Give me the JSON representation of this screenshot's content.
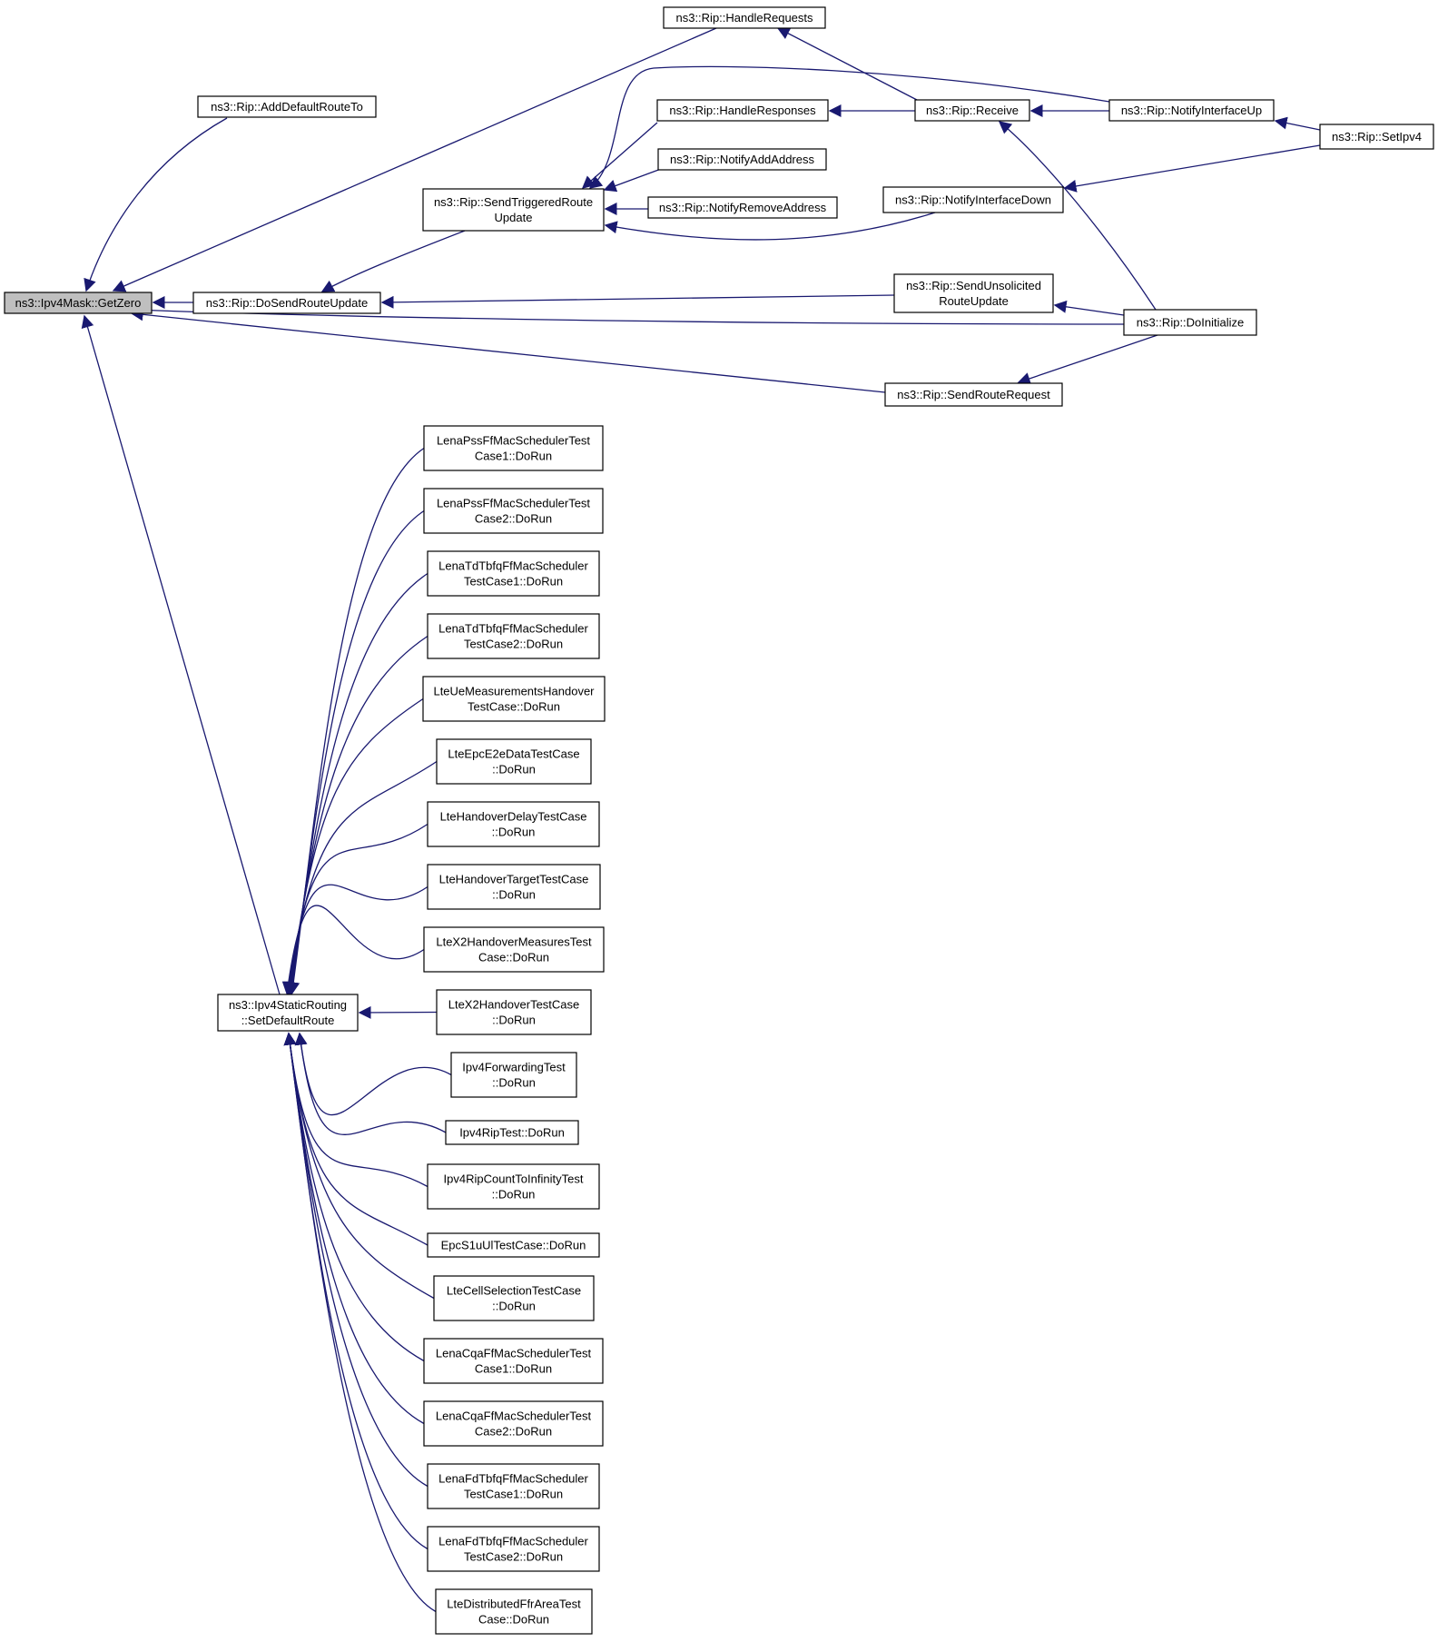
{
  "graph": {
    "colors": {
      "edge": "#191970",
      "node_border": "#000000",
      "node_fill": "#ffffff",
      "root_fill": "#bfbfbf",
      "text": "#000000"
    },
    "nodes": [
      {
        "id": "getzero",
        "lines": [
          "ns3::Ipv4Mask::GetZero"
        ],
        "root": true
      },
      {
        "id": "adddefault",
        "lines": [
          "ns3::Rip::AddDefaultRouteTo"
        ]
      },
      {
        "id": "dosendroute",
        "lines": [
          "ns3::Rip::DoSendRouteUpdate"
        ]
      },
      {
        "id": "setdefault",
        "lines": [
          "ns3::Ipv4StaticRouting",
          "::SetDefaultRoute"
        ]
      },
      {
        "id": "handlerequests",
        "lines": [
          "ns3::Rip::HandleRequests"
        ]
      },
      {
        "id": "sendtriggered",
        "lines": [
          "ns3::Rip::SendTriggeredRoute",
          "Update"
        ]
      },
      {
        "id": "handleresponses",
        "lines": [
          "ns3::Rip::HandleResponses"
        ]
      },
      {
        "id": "notifyadd",
        "lines": [
          "ns3::Rip::NotifyAddAddress"
        ]
      },
      {
        "id": "notifyremove",
        "lines": [
          "ns3::Rip::NotifyRemoveAddress"
        ]
      },
      {
        "id": "receive",
        "lines": [
          "ns3::Rip::Receive"
        ]
      },
      {
        "id": "notifyifdown",
        "lines": [
          "ns3::Rip::NotifyInterfaceDown"
        ]
      },
      {
        "id": "sendunsolicited",
        "lines": [
          "ns3::Rip::SendUnsolicited",
          "RouteUpdate"
        ]
      },
      {
        "id": "sendrouterequest",
        "lines": [
          "ns3::Rip::SendRouteRequest"
        ]
      },
      {
        "id": "notifyifup",
        "lines": [
          "ns3::Rip::NotifyInterfaceUp"
        ]
      },
      {
        "id": "doinitialize",
        "lines": [
          "ns3::Rip::DoInitialize"
        ]
      },
      {
        "id": "setipv4",
        "lines": [
          "ns3::Rip::SetIpv4"
        ]
      },
      {
        "id": "t1",
        "lines": [
          "LenaPssFfMacSchedulerTest",
          "Case1::DoRun"
        ]
      },
      {
        "id": "t2",
        "lines": [
          "LenaPssFfMacSchedulerTest",
          "Case2::DoRun"
        ]
      },
      {
        "id": "t3",
        "lines": [
          "LenaTdTbfqFfMacScheduler",
          "TestCase1::DoRun"
        ]
      },
      {
        "id": "t4",
        "lines": [
          "LenaTdTbfqFfMacScheduler",
          "TestCase2::DoRun"
        ]
      },
      {
        "id": "t5",
        "lines": [
          "LteUeMeasurementsHandover",
          "TestCase::DoRun"
        ]
      },
      {
        "id": "t6",
        "lines": [
          "LteEpcE2eDataTestCase",
          "::DoRun"
        ]
      },
      {
        "id": "t7",
        "lines": [
          "LteHandoverDelayTestCase",
          "::DoRun"
        ]
      },
      {
        "id": "t8",
        "lines": [
          "LteHandoverTargetTestCase",
          "::DoRun"
        ]
      },
      {
        "id": "t9",
        "lines": [
          "LteX2HandoverMeasuresTest",
          "Case::DoRun"
        ]
      },
      {
        "id": "t10",
        "lines": [
          "LteX2HandoverTestCase",
          "::DoRun"
        ]
      },
      {
        "id": "t11",
        "lines": [
          "Ipv4ForwardingTest",
          "::DoRun"
        ]
      },
      {
        "id": "t12",
        "lines": [
          "Ipv4RipTest::DoRun"
        ]
      },
      {
        "id": "t13",
        "lines": [
          "Ipv4RipCountToInfinityTest",
          "::DoRun"
        ]
      },
      {
        "id": "t14",
        "lines": [
          "EpcS1uUlTestCase::DoRun"
        ]
      },
      {
        "id": "t15",
        "lines": [
          "LteCellSelectionTestCase",
          "::DoRun"
        ]
      },
      {
        "id": "t16",
        "lines": [
          "LenaCqaFfMacSchedulerTest",
          "Case1::DoRun"
        ]
      },
      {
        "id": "t17",
        "lines": [
          "LenaCqaFfMacSchedulerTest",
          "Case2::DoRun"
        ]
      },
      {
        "id": "t18",
        "lines": [
          "LenaFdTbfqFfMacScheduler",
          "TestCase1::DoRun"
        ]
      },
      {
        "id": "t19",
        "lines": [
          "LenaFdTbfqFfMacScheduler",
          "TestCase2::DoRun"
        ]
      },
      {
        "id": "t20",
        "lines": [
          "LteDistributedFfrAreaTest",
          "Case::DoRun"
        ]
      }
    ],
    "edges": [
      {
        "from": "adddefault",
        "to": "getzero"
      },
      {
        "from": "dosendroute",
        "to": "getzero"
      },
      {
        "from": "handlerequests",
        "to": "getzero"
      },
      {
        "from": "sendrouterequest",
        "to": "getzero"
      },
      {
        "from": "doinitialize",
        "to": "getzero"
      },
      {
        "from": "setdefault",
        "to": "getzero"
      },
      {
        "from": "sendtriggered",
        "to": "dosendroute"
      },
      {
        "from": "sendunsolicited",
        "to": "dosendroute"
      },
      {
        "from": "handleresponses",
        "to": "sendtriggered"
      },
      {
        "from": "notifyadd",
        "to": "sendtriggered"
      },
      {
        "from": "notifyremove",
        "to": "sendtriggered"
      },
      {
        "from": "notifyifdown",
        "to": "sendtriggered"
      },
      {
        "from": "notifyifup",
        "to": "sendtriggered"
      },
      {
        "from": "receive",
        "to": "handlerequests"
      },
      {
        "from": "receive",
        "to": "handleresponses"
      },
      {
        "from": "notifyifup",
        "to": "receive"
      },
      {
        "from": "doinitialize",
        "to": "receive"
      },
      {
        "from": "setipv4",
        "to": "notifyifup"
      },
      {
        "from": "setipv4",
        "to": "notifyifdown"
      },
      {
        "from": "doinitialize",
        "to": "sendunsolicited"
      },
      {
        "from": "doinitialize",
        "to": "sendrouterequest"
      },
      {
        "from": "t1",
        "to": "setdefault"
      },
      {
        "from": "t2",
        "to": "setdefault"
      },
      {
        "from": "t3",
        "to": "setdefault"
      },
      {
        "from": "t4",
        "to": "setdefault"
      },
      {
        "from": "t5",
        "to": "setdefault"
      },
      {
        "from": "t6",
        "to": "setdefault"
      },
      {
        "from": "t7",
        "to": "setdefault"
      },
      {
        "from": "t8",
        "to": "setdefault"
      },
      {
        "from": "t9",
        "to": "setdefault"
      },
      {
        "from": "t10",
        "to": "setdefault"
      },
      {
        "from": "t11",
        "to": "setdefault"
      },
      {
        "from": "t12",
        "to": "setdefault"
      },
      {
        "from": "t13",
        "to": "setdefault"
      },
      {
        "from": "t14",
        "to": "setdefault"
      },
      {
        "from": "t15",
        "to": "setdefault"
      },
      {
        "from": "t16",
        "to": "setdefault"
      },
      {
        "from": "t17",
        "to": "setdefault"
      },
      {
        "from": "t18",
        "to": "setdefault"
      },
      {
        "from": "t19",
        "to": "setdefault"
      },
      {
        "from": "t20",
        "to": "setdefault"
      }
    ]
  }
}
